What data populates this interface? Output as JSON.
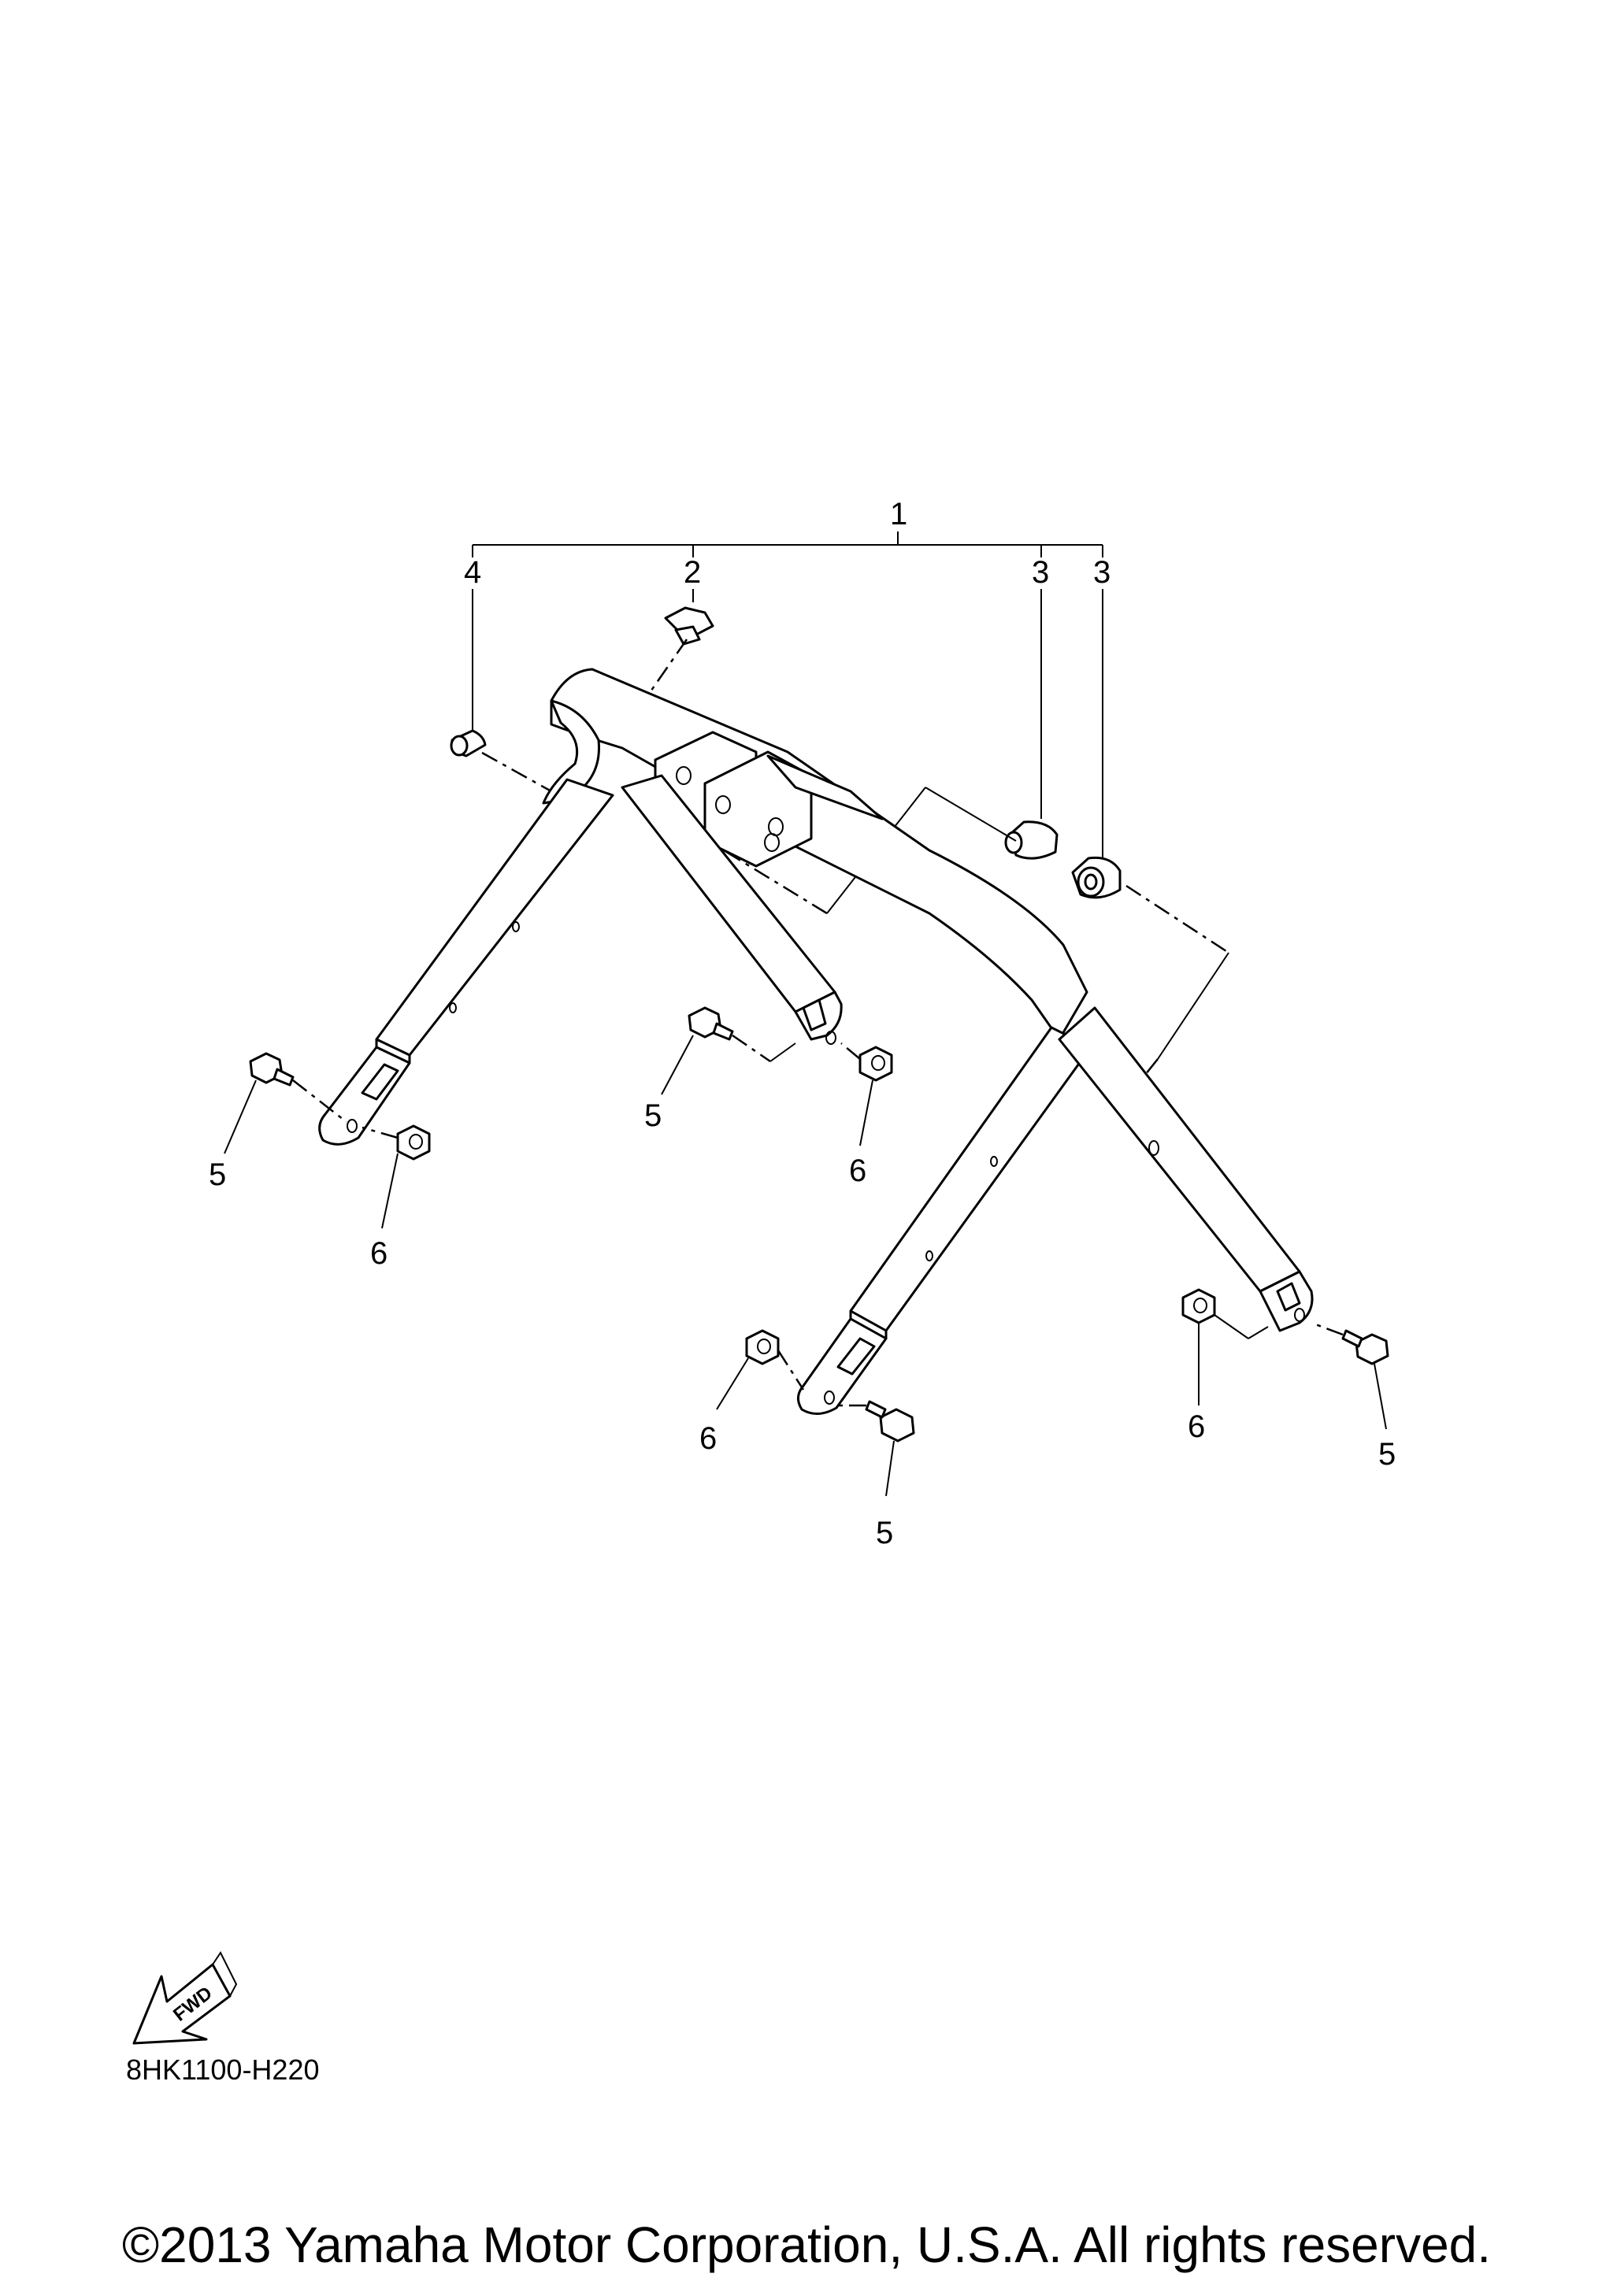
{
  "diagram": {
    "callouts": {
      "frame_assy": "1",
      "clip": "2",
      "damper_a": "3",
      "damper_b": "3",
      "pin": "4",
      "bolt": "5",
      "nut": "6"
    },
    "fwd_label": "FWD",
    "drawing_code": "8HK1100-H220"
  },
  "footer": {
    "copyright": "©2013 Yamaha Motor Corporation, U.S.A. All rights reserved."
  },
  "colors": {
    "line": "#000000",
    "background": "#ffffff"
  }
}
